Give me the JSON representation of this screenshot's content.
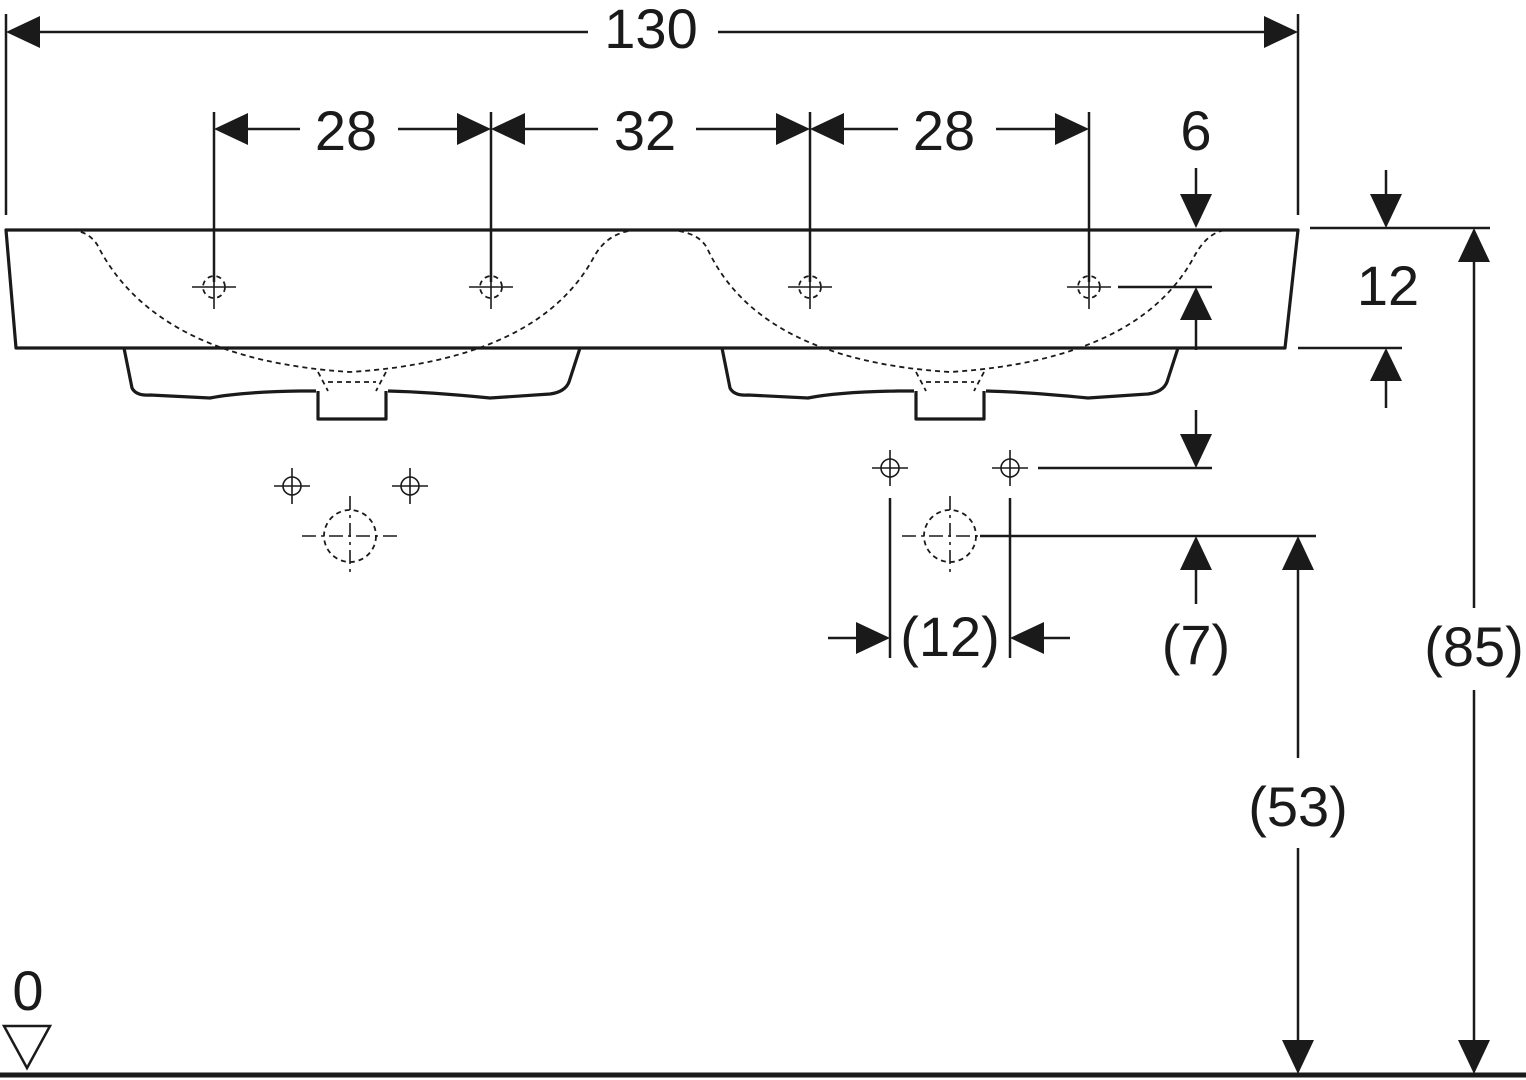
{
  "dimensions": {
    "overall_width": "130",
    "tap_spacing_left": "28",
    "tap_spacing_center": "32",
    "tap_spacing_right": "28",
    "tap_offset": "6",
    "basin_height": "12",
    "fixing_spacing": "(12)",
    "fixing_height_above_drain": "(7)",
    "drain_height": "(53)",
    "total_height": "(85)",
    "floor_level": "0"
  },
  "colors": {
    "line": "#1a1a1a",
    "background": "#ffffff"
  }
}
